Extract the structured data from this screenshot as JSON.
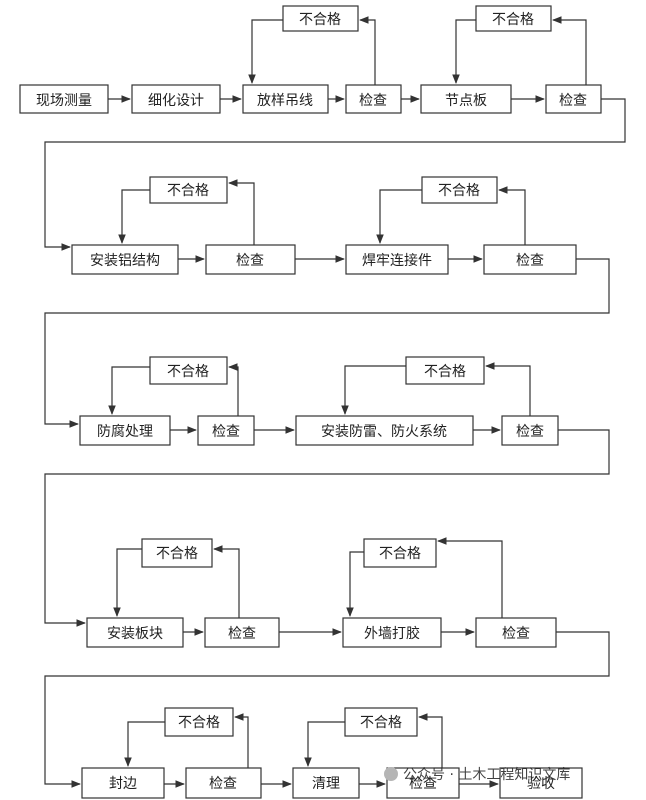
{
  "nodes": {
    "survey": "现场测量",
    "design": "细化设计",
    "layout": "放样吊线",
    "check1": "检查",
    "node_plate": "节点板",
    "check2": "检查",
    "al_struct": "安装铝结构",
    "check3": "检查",
    "weld": "焊牢连接件",
    "check4": "检查",
    "anticorr": "防腐处理",
    "check5": "检查",
    "lightning": "安装防雷、防火系统",
    "check6": "检查",
    "panel": "安装板块",
    "check7": "检查",
    "caulk": "外墙打胶",
    "check8": "检查",
    "seal": "封边",
    "check9": "检查",
    "clean": "清理",
    "check10": "检查",
    "accept": "验收"
  },
  "fail_label": "不合格",
  "watermark": "公众号 · 土木工程知识文库"
}
